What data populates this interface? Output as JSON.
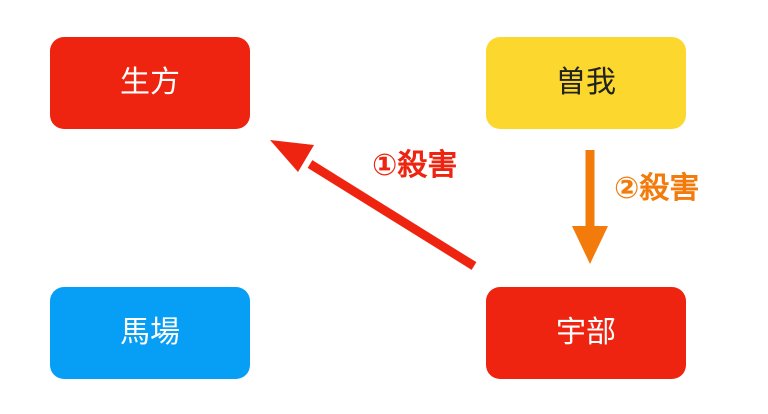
{
  "nodes": {
    "ubu": {
      "label": "生方",
      "color": "#ee2410",
      "text_color": "#ffffff"
    },
    "soga": {
      "label": "曽我",
      "color": "#fcd82e",
      "text_color": "#222222"
    },
    "baba": {
      "label": "馬場",
      "color": "#079ef6",
      "text_color": "#ffffff"
    },
    "ube": {
      "label": "宇部",
      "color": "#ee2410",
      "text_color": "#ffffff"
    }
  },
  "edges": [
    {
      "from": "ube",
      "to": "ubu",
      "label": "①殺害",
      "color": "#ee2410"
    },
    {
      "from": "soga",
      "to": "ube",
      "label": "②殺害",
      "color": "#f27b0c"
    }
  ]
}
